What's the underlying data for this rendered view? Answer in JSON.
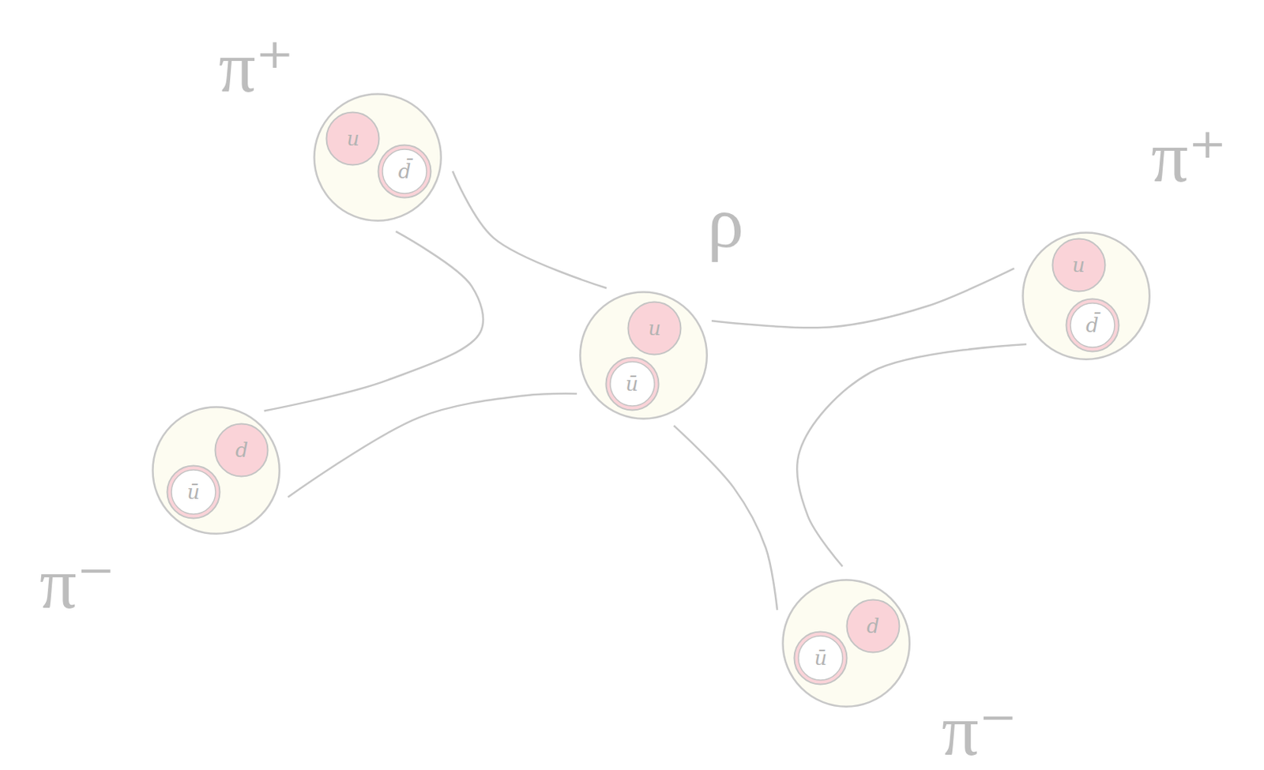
{
  "diagram": {
    "nodes": [
      {
        "text": [
          "π⁺"
        ]
      },
      {
        "text": [
          "u"
        ],
        "in": 0
      },
      {
        "text": [
          "d̄"
        ],
        "in": 0
      },
      {
        "text": [
          "π⁺"
        ]
      },
      {
        "text": [
          "u"
        ],
        "in": 3
      },
      {
        "text": [
          "d̄"
        ],
        "in": 3
      },
      {
        "text": [
          "ρ"
        ]
      },
      {
        "text": [
          "u"
        ],
        "in": 6
      },
      {
        "text": [
          "ū"
        ],
        "in": 6
      },
      {
        "text": [
          "π⁻"
        ]
      },
      {
        "text": [
          "d"
        ],
        "in": 9
      },
      {
        "text": [
          "ū"
        ],
        "in": 9
      },
      {
        "text": [
          "π⁻"
        ]
      },
      {
        "text": [
          "d"
        ],
        "in": 12
      },
      {
        "text": [
          "ū"
        ],
        "in": 12
      }
    ],
    "edges": [
      {
        "from": 0,
        "to": 6,
        "arrow": "none"
      },
      {
        "from": 0,
        "to": 9,
        "arrow": "none"
      },
      {
        "from": 6,
        "to": 3,
        "arrow": "none"
      },
      {
        "from": 6,
        "to": 9,
        "arrow": "none"
      },
      {
        "from": 6,
        "to": 12,
        "arrow": "none"
      },
      {
        "from": 3,
        "to": 12,
        "arrow": "none"
      }
    ]
  }
}
